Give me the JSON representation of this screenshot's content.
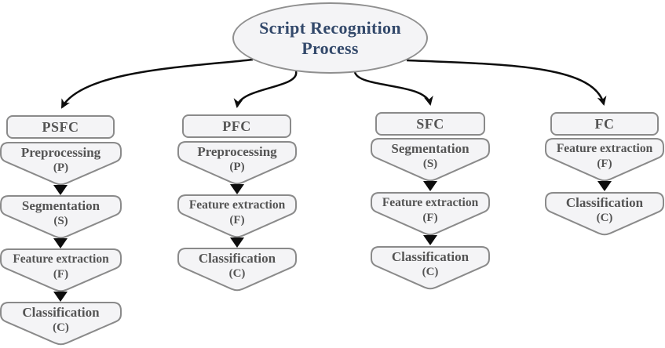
{
  "root": {
    "title_line1": "Script Recognition",
    "title_line2": "Process"
  },
  "colors": {
    "node_fill": "#f4f4f6",
    "node_border": "#8a8a8a",
    "node_text": "#545454",
    "title_text": "#33496b",
    "arrow": "#0d0d0d"
  },
  "columns": [
    {
      "label": "PSFC",
      "steps": [
        {
          "label": "Preprocessing",
          "letter": "(P)"
        },
        {
          "label": "Segmentation",
          "letter": "(S)"
        },
        {
          "label": "Feature extraction",
          "letter": "(F)"
        },
        {
          "label": "Classification",
          "letter": "(C)"
        }
      ]
    },
    {
      "label": "PFC",
      "steps": [
        {
          "label": "Preprocessing",
          "letter": "(P)"
        },
        {
          "label": "Feature extraction",
          "letter": "(F)"
        },
        {
          "label": "Classification",
          "letter": "(C)"
        }
      ]
    },
    {
      "label": "SFC",
      "steps": [
        {
          "label": "Segmentation",
          "letter": "(S)"
        },
        {
          "label": "Feature extraction",
          "letter": "(F)"
        },
        {
          "label": "Classification",
          "letter": "(C)"
        }
      ]
    },
    {
      "label": "FC",
      "steps": [
        {
          "label": "Feature extraction",
          "letter": "(F)"
        },
        {
          "label": "Classification",
          "letter": "(C)"
        }
      ]
    }
  ]
}
